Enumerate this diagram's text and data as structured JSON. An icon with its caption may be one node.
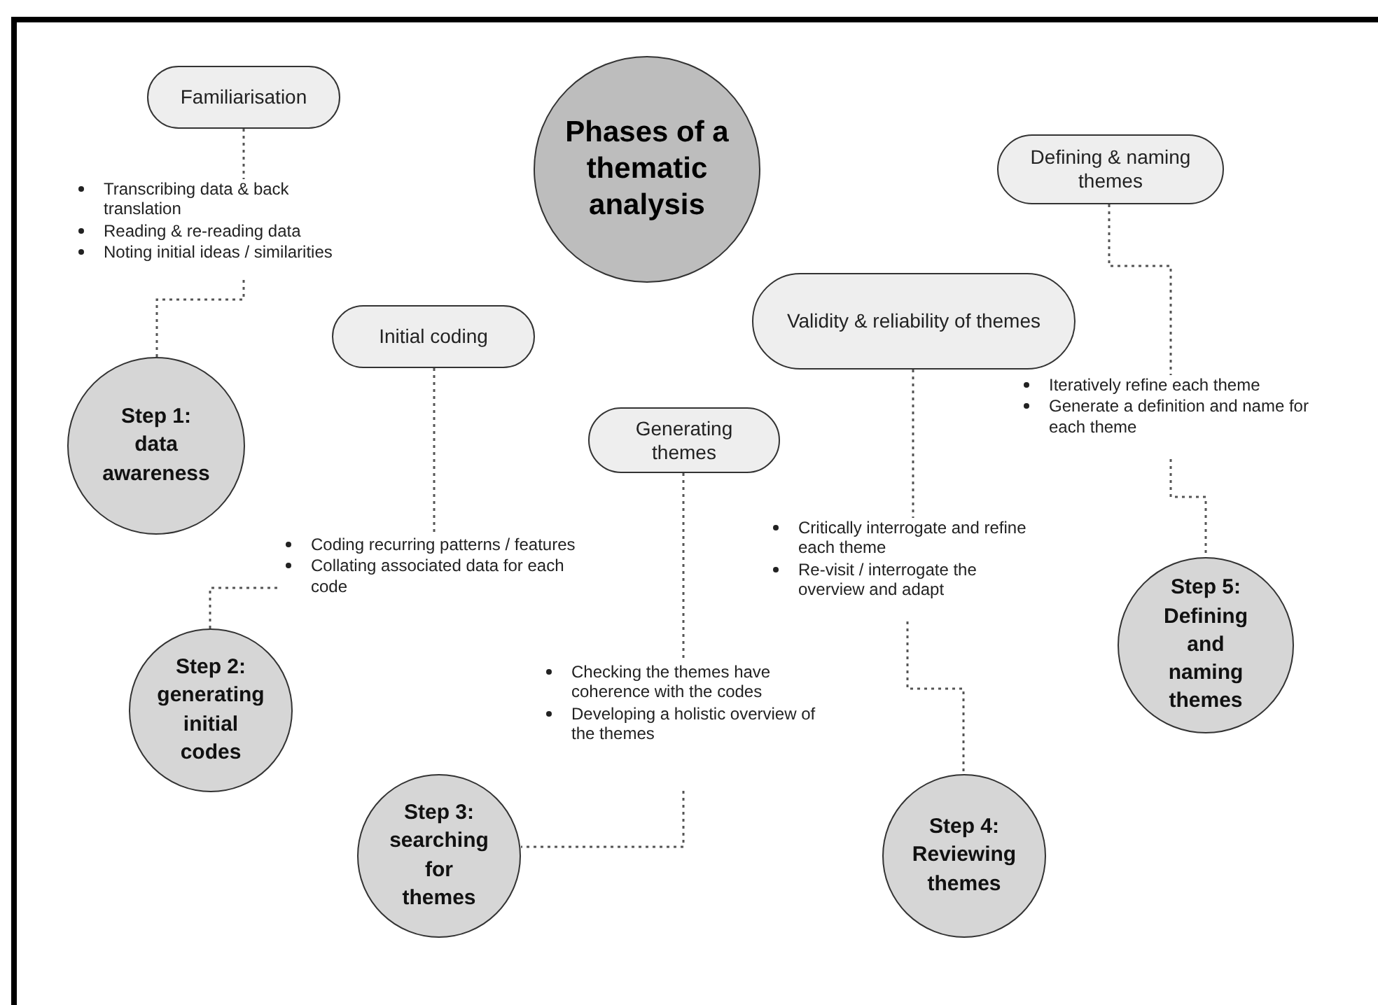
{
  "diagram": {
    "nodes": [
      {
        "text": [
          "Familiarisation"
        ]
      },
      {
        "text": [
          "Phases of a thematic analysis"
        ]
      },
      {
        "text": [
          "Transcribing data & back translation",
          "Reading & re-reading data",
          "Noting initial ideas / similarities"
        ]
      },
      {
        "text": [
          "Step 1: data awareness"
        ]
      },
      {
        "text": [
          "Initial coding"
        ]
      },
      {
        "text": [
          "Coding recurring patterns / features",
          "Collating associated data for each code"
        ]
      },
      {
        "text": [
          "Step 2: generating initial codes"
        ]
      },
      {
        "text": [
          "Generating themes"
        ]
      },
      {
        "text": [
          "Checking the themes have coherence with the codes",
          "Developing a holistic overview of the themes"
        ]
      },
      {
        "text": [
          "Step 3: searching for themes"
        ]
      },
      {
        "text": [
          "Validity & reliability of themes"
        ]
      },
      {
        "text": [
          "Critically interrogate and refine each theme",
          "Re-visit / interrogate the overview and adapt"
        ]
      },
      {
        "text": [
          "Step 4: Reviewing themes"
        ]
      },
      {
        "text": [
          "Defining & naming themes"
        ]
      },
      {
        "text": [
          "Iteratively refine each theme",
          "Generate a definition and name for each theme"
        ]
      },
      {
        "text": [
          "Step 5: Defining and naming themes"
        ]
      }
    ],
    "edges": [
      {
        "from": 0,
        "to": 2,
        "arrow": "none"
      },
      {
        "from": 2,
        "to": 3,
        "arrow": "none"
      },
      {
        "from": 4,
        "to": 5,
        "arrow": "none"
      },
      {
        "from": 5,
        "to": 6,
        "arrow": "none"
      },
      {
        "from": 7,
        "to": 8,
        "arrow": "none"
      },
      {
        "from": 8,
        "to": 9,
        "arrow": "none"
      },
      {
        "from": 10,
        "to": 11,
        "arrow": "none"
      },
      {
        "from": 11,
        "to": 12,
        "arrow": "none"
      },
      {
        "from": 13,
        "to": 14,
        "arrow": "none"
      },
      {
        "from": 14,
        "to": 15,
        "arrow": "none"
      }
    ]
  }
}
